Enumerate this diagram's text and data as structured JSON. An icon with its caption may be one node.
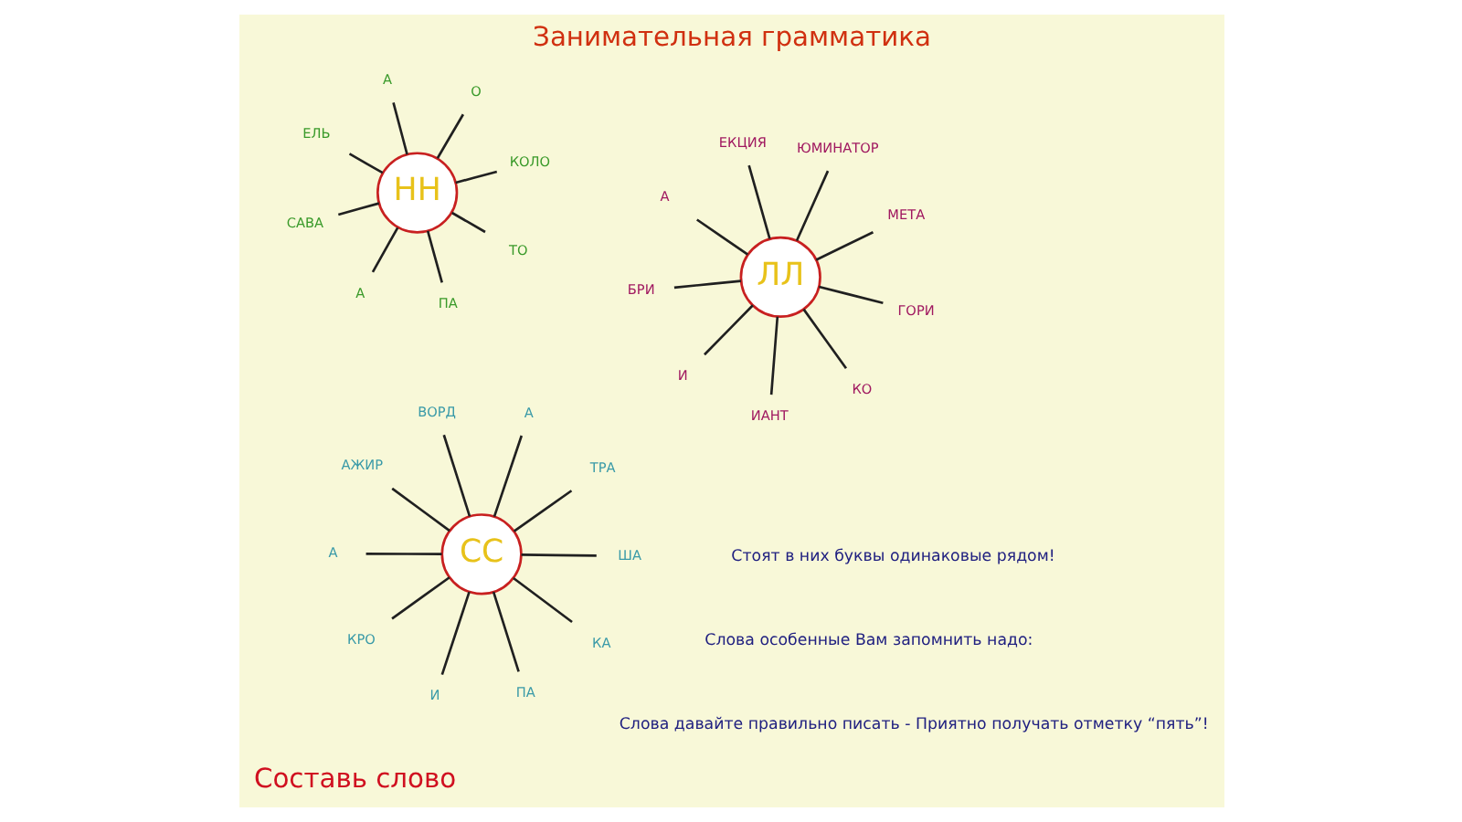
{
  "diagram": {
    "title": "Занимательная грамматика",
    "nodes": [
      {
        "text": [
          "НН"
        ]
      },
      {
        "text": [
          "КОЛО"
        ]
      },
      {
        "text": [
          "А"
        ]
      },
      {
        "text": [
          "ЕЛЬ"
        ]
      },
      {
        "text": [
          "О"
        ]
      },
      {
        "text": [
          "А"
        ]
      },
      {
        "text": [
          "САВА"
        ]
      },
      {
        "text": [
          "ТО"
        ]
      },
      {
        "text": [
          "ПА"
        ]
      },
      {
        "text": [
          "СС"
        ]
      },
      {
        "text": [
          "ТРА"
        ]
      },
      {
        "text": [
          "И"
        ]
      },
      {
        "text": [
          "ВОРД"
        ]
      },
      {
        "text": [
          "А"
        ]
      },
      {
        "text": [
          "АЖИР"
        ]
      },
      {
        "text": [
          "А"
        ]
      },
      {
        "text": [
          "ША"
        ]
      },
      {
        "text": [
          "КРО"
        ]
      },
      {
        "text": [
          "КА"
        ]
      },
      {
        "text": [
          "ПА"
        ]
      },
      {
        "text": [
          "ЛЛ"
        ]
      },
      {
        "text": [
          "МЕТА"
        ]
      },
      {
        "text": [
          "ИАНТ"
        ]
      },
      {
        "text": [
          "А"
        ]
      },
      {
        "text": [
          "ЮМИНАТОР"
        ]
      },
      {
        "text": [
          "ЕКЦИЯ"
        ]
      },
      {
        "text": [
          "БРИ"
        ]
      },
      {
        "text": [
          "ГОРИ"
        ]
      },
      {
        "text": [
          "И"
        ]
      },
      {
        "text": [
          "КО"
        ]
      }
    ],
    "edges": [
      {
        "from": 0,
        "to": 1,
        "arrow": "none"
      },
      {
        "from": 0,
        "to": 2,
        "arrow": "none"
      },
      {
        "from": 0,
        "to": 3,
        "arrow": "none"
      },
      {
        "from": 0,
        "to": 4,
        "arrow": "none"
      },
      {
        "from": 0,
        "to": 5,
        "arrow": "none"
      },
      {
        "from": 0,
        "to": 6,
        "arrow": "none"
      },
      {
        "from": 0,
        "to": 7,
        "arrow": "none"
      },
      {
        "from": 0,
        "to": 8,
        "arrow": "none"
      },
      {
        "from": 9,
        "to": 10,
        "arrow": "none"
      },
      {
        "from": 9,
        "to": 11,
        "arrow": "none"
      },
      {
        "from": 9,
        "to": 12,
        "arrow": "none"
      },
      {
        "from": 9,
        "to": 13,
        "arrow": "none"
      },
      {
        "from": 9,
        "to": 14,
        "arrow": "none"
      },
      {
        "from": 9,
        "to": 15,
        "arrow": "none"
      },
      {
        "from": 9,
        "to": 16,
        "arrow": "none"
      },
      {
        "from": 9,
        "to": 17,
        "arrow": "none"
      },
      {
        "from": 9,
        "to": 18,
        "arrow": "none"
      },
      {
        "from": 9,
        "to": 19,
        "arrow": "none"
      },
      {
        "from": 20,
        "to": 21,
        "arrow": "none"
      },
      {
        "from": 20,
        "to": 22,
        "arrow": "none"
      },
      {
        "from": 20,
        "to": 23,
        "arrow": "none"
      },
      {
        "from": 20,
        "to": 24,
        "arrow": "none"
      },
      {
        "from": 20,
        "to": 25,
        "arrow": "none"
      },
      {
        "from": 20,
        "to": 26,
        "arrow": "none"
      },
      {
        "from": 20,
        "to": 27,
        "arrow": "none"
      },
      {
        "from": 20,
        "to": 28,
        "arrow": "none"
      },
      {
        "from": 20,
        "to": 29,
        "arrow": "none"
      }
    ],
    "labels": [
      "Составь слово",
      "Слова особенные Вам запомнить надо:",
      "Стоят в них буквы одинаковые рядом!",
      "Слова давайте правильно писать - Приятно получать отметку “пять”!"
    ]
  }
}
